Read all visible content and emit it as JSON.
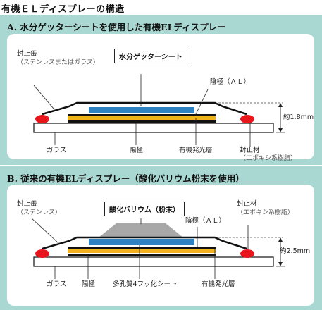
{
  "page_title": "有機ＥＬディスプレーの構造",
  "section_a": {
    "heading": "A. 水分ゲッターシートを使用した有機ELディスプレー",
    "labels": {
      "sealing_can": "封止缶",
      "sealing_can_sub": "（ステンレスまたはガラス）",
      "getter_sheet": "水分ゲッターシート",
      "cathode": "陰極（ＡＬ）",
      "thickness": "約1.8mm",
      "glass": "ガラス",
      "anode": "陽極",
      "organic_layer": "有機発光層",
      "sealant": "封止材",
      "sealant_sub": "（エポキシ系樹脂）"
    }
  },
  "section_b": {
    "heading": "B. 従来の有機ELディスプレー（酸化バリウム粉末を使用）",
    "labels": {
      "sealing_can": "封止缶",
      "sealing_can_sub": "（ステンレス）",
      "barium_oxide": "酸化バリウム（粉末）",
      "cathode": "陰極（ＡＬ）",
      "sealant": "封止材",
      "sealant_sub": "（エポキシ系樹脂）",
      "thickness": "約2.5mm",
      "glass": "ガラス",
      "anode": "陽極",
      "porous_sheet": "多孔質4フッ化シート",
      "organic_layer": "有機発光層"
    }
  },
  "colors": {
    "section_bg": "#a9d7d1",
    "getter_blue": "#2f82c2",
    "organic_yellow": "#f2b21c",
    "sealant_red": "#e8161c",
    "powder_gray": "#a8a8a8"
  }
}
